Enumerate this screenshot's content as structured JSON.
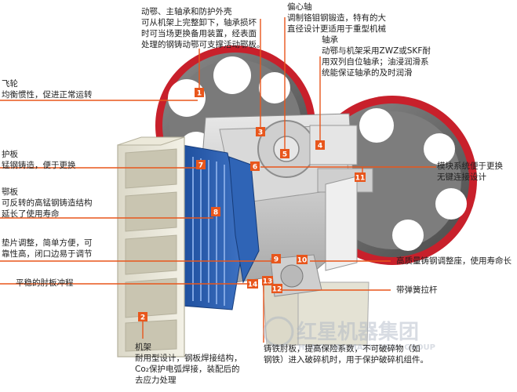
{
  "accent_color": "#e8561c",
  "labels": {
    "moving_jaw": [
      "动鄂、主轴承和防护外壳",
      "可从机架上完整卸下，轴承损坏",
      "时可当场更换备用装置，经表面",
      "处理的钢铸动鄂可支撑活动鄂板。"
    ],
    "eccentric_shaft": [
      "偏心轴",
      "调制铬钼钢锻造，特有的大",
      "直径设计更适用于重型机械"
    ],
    "bearing": [
      "轴承",
      "动鄂与机架采用ZWZ或SKF耐",
      "用双列自位轴承；油浸润滑系",
      "统能保证轴承的及时润滑"
    ],
    "flywheel": [
      "飞轮",
      "均衡惯性，促进正常运转"
    ],
    "guard_plate": [
      "护板",
      "锰钢铸造，便于更换"
    ],
    "jaw_plate": [
      "鄂板",
      "可反转的高锰钢铸造结构",
      "延长了使用寿命"
    ],
    "shim_adjust": [
      "垫片调整，简单方便，可",
      "靠性高，闭口边易于调节"
    ],
    "toggle_plate": [
      "平稳的肘板冲程"
    ],
    "modular": [
      "模块系统便于更换",
      "无键连接设计"
    ],
    "adjust_seat": [
      "高质量铸钢调整座，使用寿命长"
    ],
    "spring_rod": [
      "带弹簧拉杆"
    ],
    "frame": [
      "机架",
      "耐用型设计，钢板焊接结构，",
      "Co₂保护电弧焊接，装配后的",
      "去应力处理"
    ],
    "cast_toggle": [
      "铸铁肘板，提高保险系数，不可破碎物（如",
      "钢铁）进入破碎机时，用于保护破碎机组件。"
    ]
  },
  "markers": [
    "1",
    "2",
    "3",
    "4",
    "5",
    "6",
    "7",
    "8",
    "9",
    "10",
    "11",
    "12",
    "13",
    "14"
  ],
  "watermark": {
    "cn": "红星机器集团",
    "en": "HONGXING MACHINERY GROUP"
  }
}
